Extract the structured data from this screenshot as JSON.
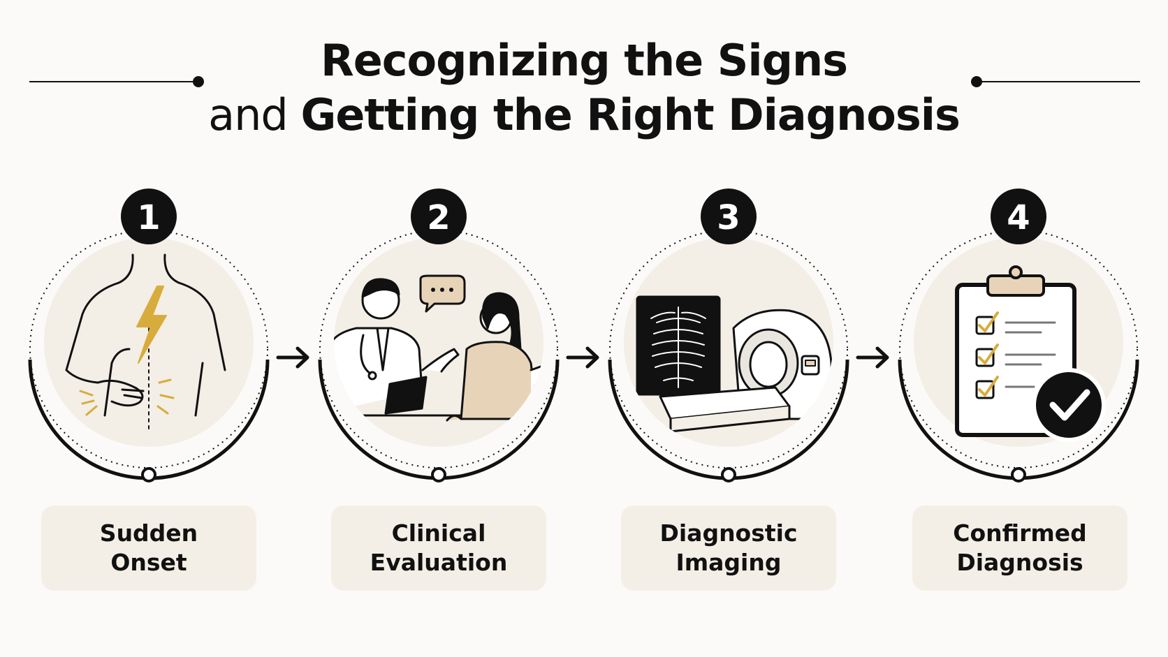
{
  "header": {
    "title_line1": "Recognizing the Signs",
    "title_line2_light": "and",
    "title_line2_bold": "Getting the Right Diagnosis"
  },
  "steps": [
    {
      "number": "1",
      "label_line1": "Sudden",
      "label_line2": "Onset",
      "icon": "back-pain-icon"
    },
    {
      "number": "2",
      "label_line1": "Clinical",
      "label_line2": "Evaluation",
      "icon": "doctor-consultation-icon"
    },
    {
      "number": "3",
      "label_line1": "Diagnostic",
      "label_line2": "Imaging",
      "icon": "ct-scan-icon"
    },
    {
      "number": "4",
      "label_line1": "Confirmed",
      "label_line2": "Diagnosis",
      "icon": "clipboard-check-icon"
    }
  ],
  "colors": {
    "ink": "#111111",
    "accent_gold": "#d8ac3c",
    "circle_fill": "#f3eee6",
    "label_fill": "#f4efe6",
    "skin_tone": "#e7d4b8"
  }
}
